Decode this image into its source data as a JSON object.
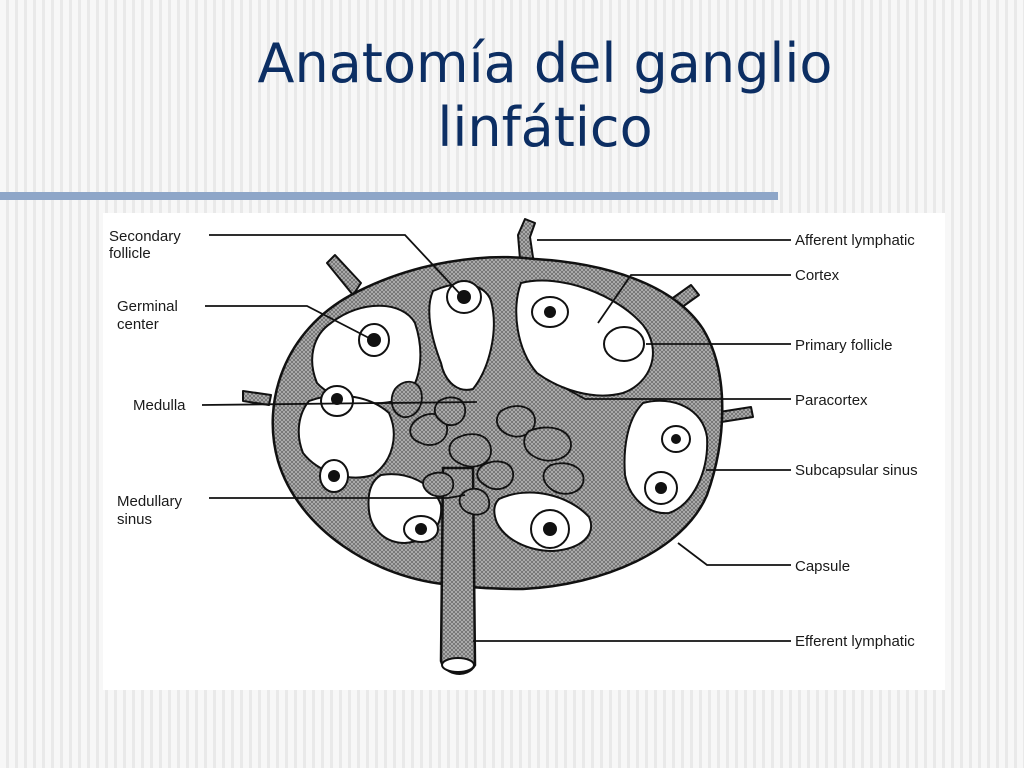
{
  "title": {
    "line1": "Anatomía del ganglio",
    "line2": "linfático"
  },
  "labels": {
    "secondary_follicle": {
      "line1": "Secondary",
      "line2": "follicle"
    },
    "germinal_center": {
      "line1": "Germinal",
      "line2": "center"
    },
    "medulla": "Medulla",
    "medullary_sinus": {
      "line1": "Medullary",
      "line2": "sinus"
    },
    "afferent_lymphatic": "Afferent lymphatic",
    "cortex": "Cortex",
    "primary_follicle": "Primary follicle",
    "paracortex": "Paracortex",
    "subcapsular_sinus": "Subcapsular sinus",
    "capsule": "Capsule",
    "efferent_lymphatic": "Efferent lymphatic"
  },
  "colors": {
    "title": "#0c2e63",
    "rule": "#8ea6c8",
    "stipple": "#8a8a8a"
  }
}
